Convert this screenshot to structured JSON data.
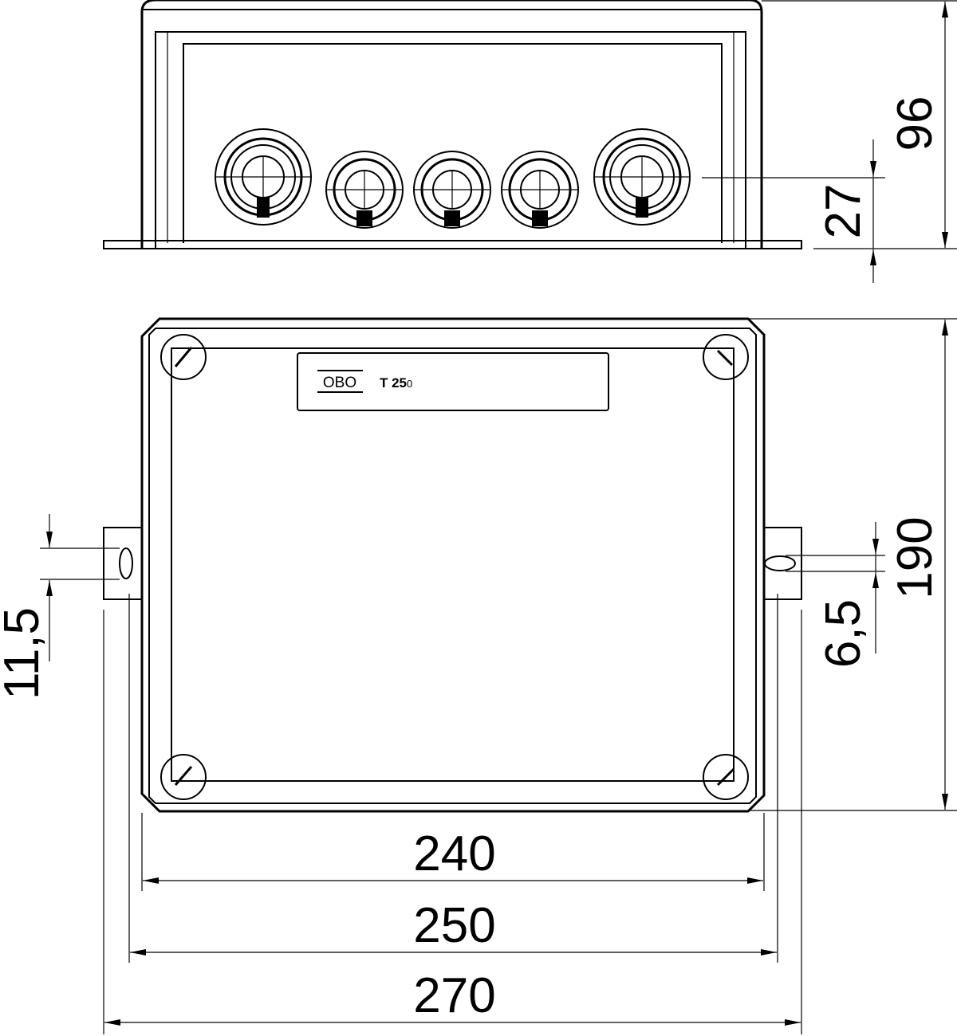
{
  "label_plate": {
    "brand": "OBO",
    "model_prefix": "T 25",
    "model_suffix": "0"
  },
  "dimensions": {
    "height_total": "96",
    "entry_height": "27",
    "depth": "190",
    "slot_width": "6,5",
    "slot_length": "11,5",
    "width_body": "240",
    "width_lugs": "250",
    "width_total": "270"
  }
}
